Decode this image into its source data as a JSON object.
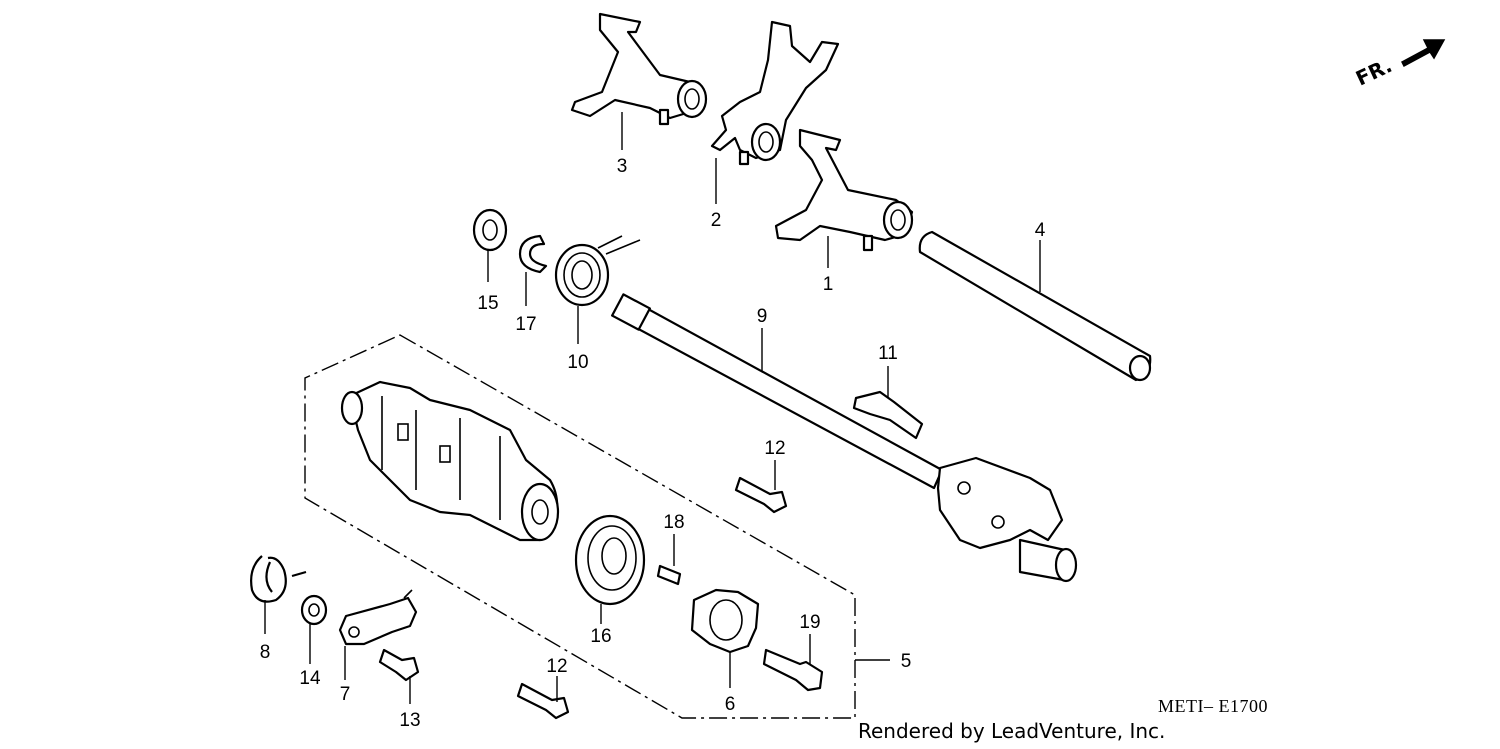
{
  "callouts": {
    "c1": "1",
    "c2": "2",
    "c3": "3",
    "c4": "4",
    "c5": "5",
    "c6": "6",
    "c7": "7",
    "c8": "8",
    "c9": "9",
    "c10": "10",
    "c11": "11",
    "c12a": "12",
    "c12b": "12",
    "c13": "13",
    "c14": "14",
    "c15": "15",
    "c16": "16",
    "c17": "17",
    "c18": "18",
    "c19": "19"
  },
  "direction_label": "FR.",
  "diagram_code": "METI– E1700",
  "credit": "Rendered by LeadVenture, Inc."
}
